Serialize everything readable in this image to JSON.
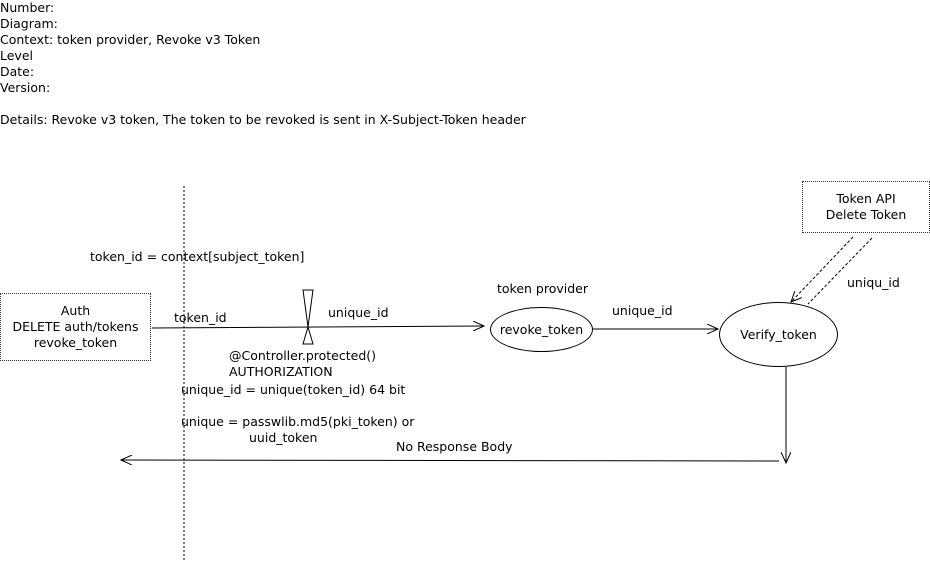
{
  "header": {
    "number": "Number:",
    "diagram": "Diagram:",
    "context": "Context: token provider, Revoke v3  Token",
    "level": "Level",
    "date": "Date:",
    "version": "Version:",
    "details": "Details:   Revoke v3 token, The token to be revoked is sent in X-Subject-Token header"
  },
  "nodes": {
    "auth": {
      "line1": "Auth",
      "line2": "DELETE auth/tokens",
      "line3": "revoke_token"
    },
    "token_api": {
      "line1": "Token API",
      "line2": "Delete Token"
    },
    "revoke_token": "revoke_token",
    "verify_token": "Verify_token"
  },
  "labels": {
    "token_id_assign": "token_id = context[subject_token]",
    "token_id": "token_id",
    "unique_id_1": "unique_id",
    "token_provider": "token provider",
    "unique_id_2": "unique_id",
    "uniqu_id": "uniqu_id",
    "controller": "@Controller.protected()",
    "authorization": "AUTHORIZATION",
    "unique_id_calc": "unique_id = unique(token_id) 64 bit",
    "unique_eq": "unique =  passwlib.md5(pki_token) or",
    "uuid_token": "uuid_token",
    "no_response": "No Response Body"
  }
}
